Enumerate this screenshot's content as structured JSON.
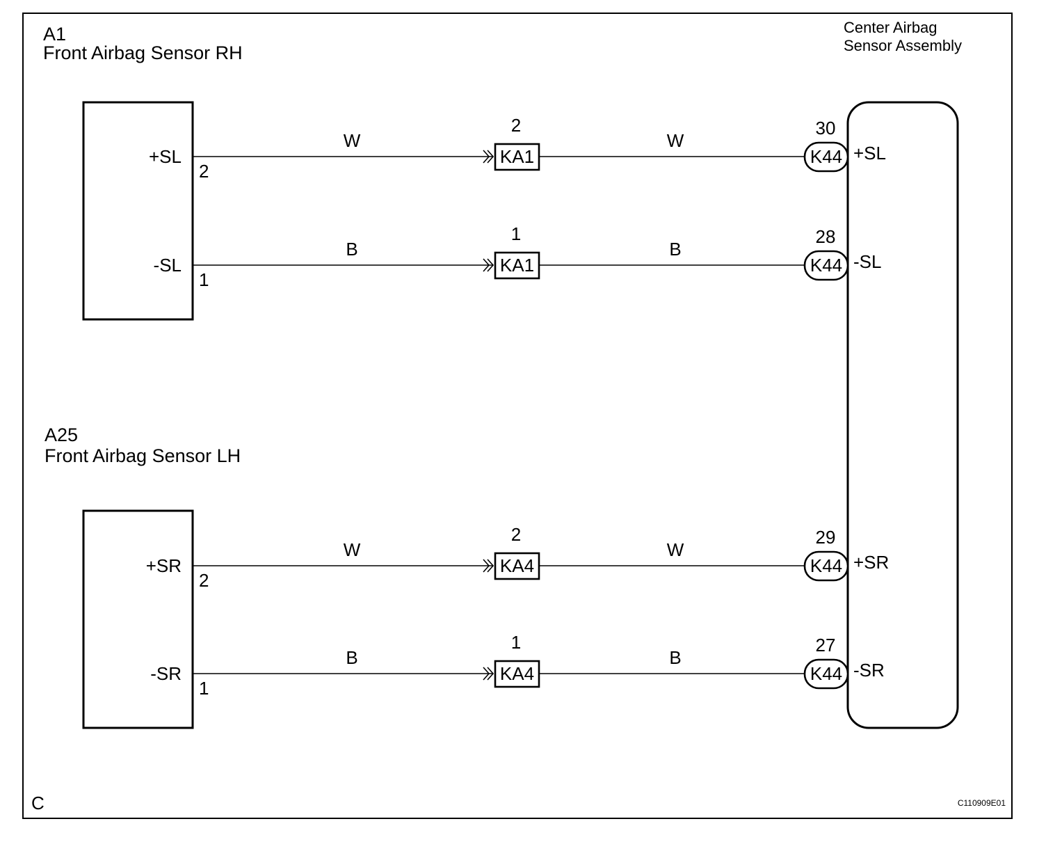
{
  "page_letter": "C",
  "figure_code": "C110909E01",
  "components": {
    "rh": {
      "code": "A1",
      "name": "Front Airbag Sensor RH"
    },
    "lh": {
      "code": "A25",
      "name": "Front Airbag Sensor LH"
    },
    "center": {
      "name_line1": "Center Airbag",
      "name_line2": "Sensor Assembly"
    }
  },
  "circuits": [
    {
      "sensor_terminal": "+SL",
      "sensor_pin": "2",
      "wire_color_left": "W",
      "junction": "KA1",
      "junction_pin": "2",
      "wire_color_right": "W",
      "ecu_connector": "K44",
      "ecu_pin": "30",
      "ecu_terminal": "+SL"
    },
    {
      "sensor_terminal": "-SL",
      "sensor_pin": "1",
      "wire_color_left": "B",
      "junction": "KA1",
      "junction_pin": "1",
      "wire_color_right": "B",
      "ecu_connector": "K44",
      "ecu_pin": "28",
      "ecu_terminal": "-SL"
    },
    {
      "sensor_terminal": "+SR",
      "sensor_pin": "2",
      "wire_color_left": "W",
      "junction": "KA4",
      "junction_pin": "2",
      "wire_color_right": "W",
      "ecu_connector": "K44",
      "ecu_pin": "29",
      "ecu_terminal": "+SR"
    },
    {
      "sensor_terminal": "-SR",
      "sensor_pin": "1",
      "wire_color_left": "B",
      "junction": "KA4",
      "junction_pin": "1",
      "wire_color_right": "B",
      "ecu_connector": "K44",
      "ecu_pin": "27",
      "ecu_terminal": "-SR"
    }
  ]
}
